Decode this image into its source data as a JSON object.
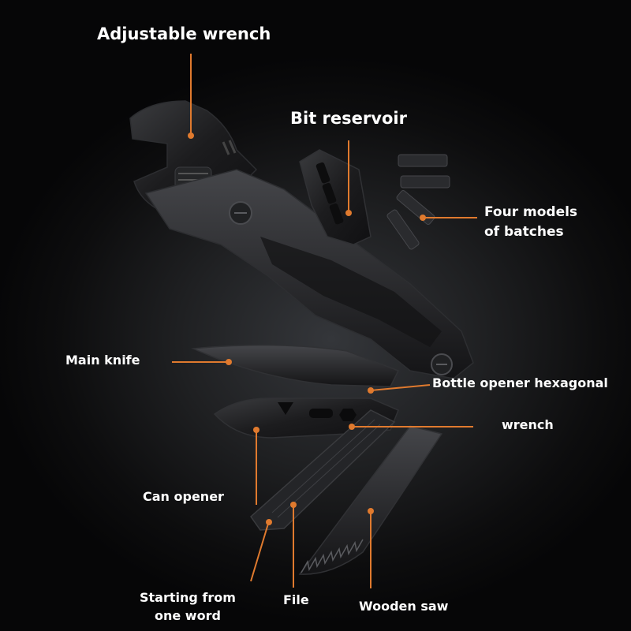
{
  "colors": {
    "background": "#0b0b0c",
    "leader_line": "#e07a2e",
    "label_text": "#ffffff",
    "tool_body": "#1a1a1c"
  },
  "labels": {
    "adjustable_wrench": "Adjustable wrench",
    "bit_reservoir": "Bit reservoir",
    "four_models_line1": "Four models",
    "four_models_line2": "of batches",
    "main_knife": "Main knife",
    "bottle_opener": "Bottle opener hexagonal",
    "wrench": "wrench",
    "can_opener": "Can opener",
    "starting_line1": "Starting from",
    "starting_line2": "one word",
    "file": "File",
    "wooden_saw": "Wooden saw"
  }
}
